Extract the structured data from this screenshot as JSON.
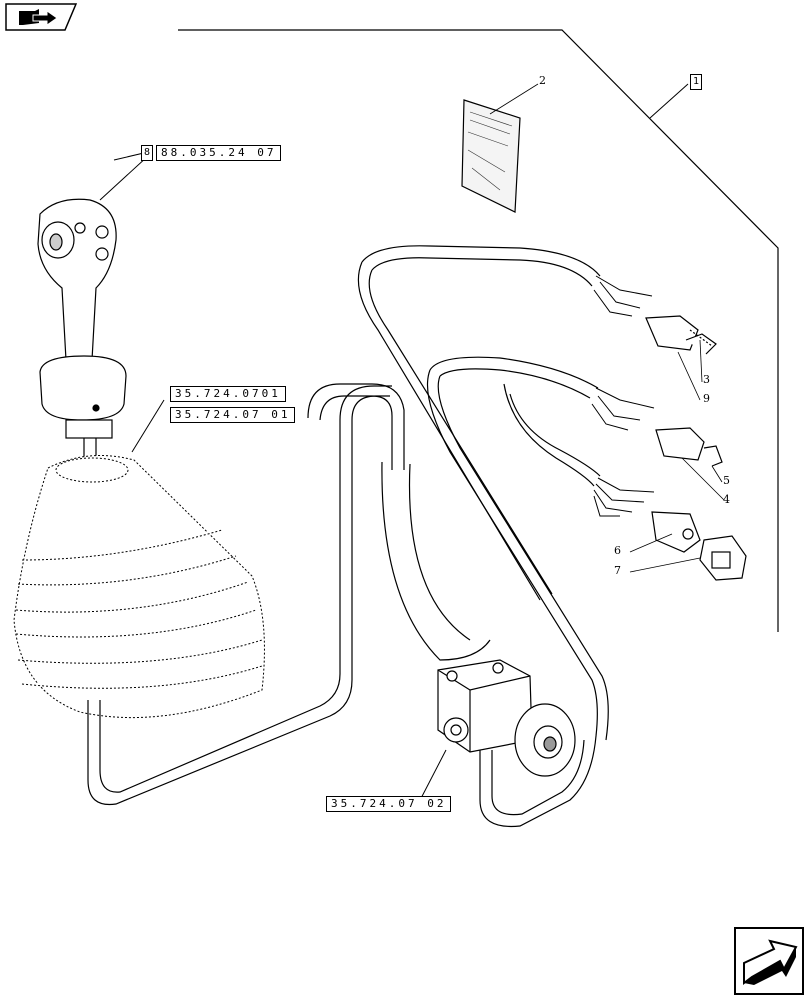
{
  "nav": {
    "top_icon": "book-with-arrow-icon",
    "bottom_icon": "next-page-arrow-icon"
  },
  "references": {
    "joystick_ref_num": "8",
    "joystick_ref": "88.035.24 07",
    "boot_ref_a": "35.724.0701",
    "boot_ref_b": "35.724.07 01",
    "valve_ref": "35.724.07 02"
  },
  "callouts": {
    "kit": "1",
    "manual": "2",
    "c3": "3",
    "c9": "9",
    "c5": "5",
    "c4": "4",
    "c6": "6",
    "c7": "7"
  }
}
